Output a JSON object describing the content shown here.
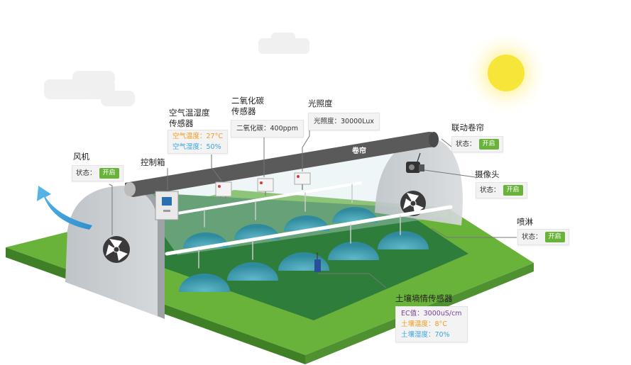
{
  "roof_label": "卷帘",
  "fan": {
    "title": "风机",
    "status_label": "状态：",
    "status_value": "开启"
  },
  "controller": {
    "title": "控制箱"
  },
  "air_sensor": {
    "title_line1": "空气温湿度",
    "title_line2": "传感器",
    "temp": "空气温度：27°C",
    "humidity": "空气湿度：50%"
  },
  "co2_sensor": {
    "title_line1": "二氧化碳",
    "title_line2": "传感器",
    "value": "二氧化碳：400ppm"
  },
  "light_sensor": {
    "title": "光照度",
    "value": "光照度：30000Lux"
  },
  "curtain": {
    "title": "联动卷帘",
    "status_label": "状态：",
    "status_value": "开启"
  },
  "camera": {
    "title": "摄像头",
    "status_label": "状态：",
    "status_value": "开启"
  },
  "sprinkler": {
    "title": "喷淋",
    "status_label": "状态：",
    "status_value": "开启"
  },
  "soil_sensor": {
    "title": "土壤墒情传感器",
    "ec": "EC值：3000uS/cm",
    "temp": "土壤温度：8°C",
    "humidity": "土壤湿度：70%"
  },
  "colors": {
    "grass": "#6ab33a",
    "orange": "#f29a1d",
    "blue": "#3ba3e0",
    "purple": "#7a3d9a",
    "badge": "#6ab33a",
    "roof": "#5a5a5a",
    "sun": "#f6e63a"
  }
}
